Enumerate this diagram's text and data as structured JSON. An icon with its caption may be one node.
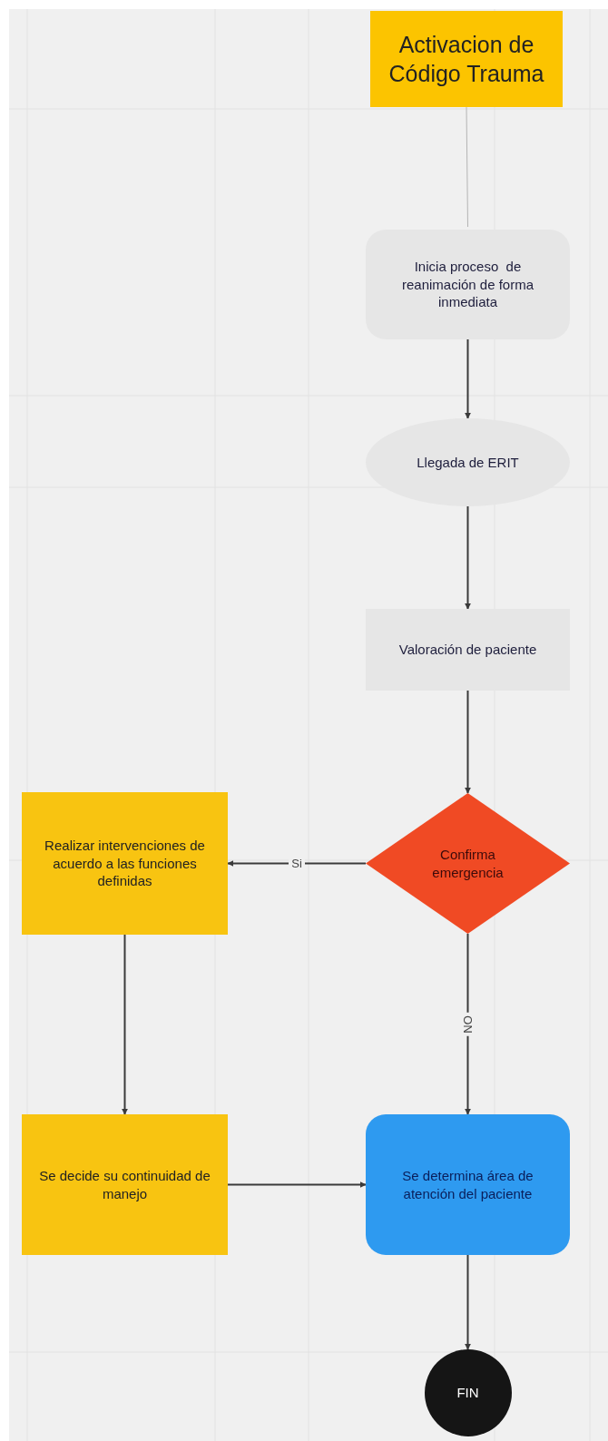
{
  "diagram": {
    "nodes": [
      {
        "text": [
          "Activacion de Código Trauma"
        ]
      },
      {
        "text": [
          "Inicia proceso  de reanimación de forma inmediata"
        ]
      },
      {
        "text": [
          "Llegada de ERIT"
        ]
      },
      {
        "text": [
          "Valoración de paciente"
        ]
      },
      {
        "text": [
          "Confirma emergencia"
        ]
      },
      {
        "text": [
          "Realizar intervenciones de acuerdo a las funciones definidas"
        ]
      },
      {
        "text": [
          "Se decide su continuidad de manejo"
        ]
      },
      {
        "text": [
          "Se determina área de atención del paciente"
        ]
      },
      {
        "text": [
          "FIN"
        ]
      }
    ],
    "edges": [
      {
        "from": 0,
        "to": 1,
        "arrow": "none",
        "color": "#b4b4b4"
      },
      {
        "from": 1,
        "to": 2,
        "arrow": "to"
      },
      {
        "from": 2,
        "to": 3,
        "arrow": "to"
      },
      {
        "from": 3,
        "to": 4,
        "arrow": "to"
      },
      {
        "from": 4,
        "to": 5,
        "arrow": "to",
        "label": "Si"
      },
      {
        "from": 4,
        "to": 7,
        "arrow": "to",
        "label": "NO"
      },
      {
        "from": 5,
        "to": 6,
        "arrow": "to"
      },
      {
        "from": 6,
        "to": 7,
        "arrow": "to"
      },
      {
        "from": 7,
        "to": 8,
        "arrow": "to"
      }
    ]
  }
}
